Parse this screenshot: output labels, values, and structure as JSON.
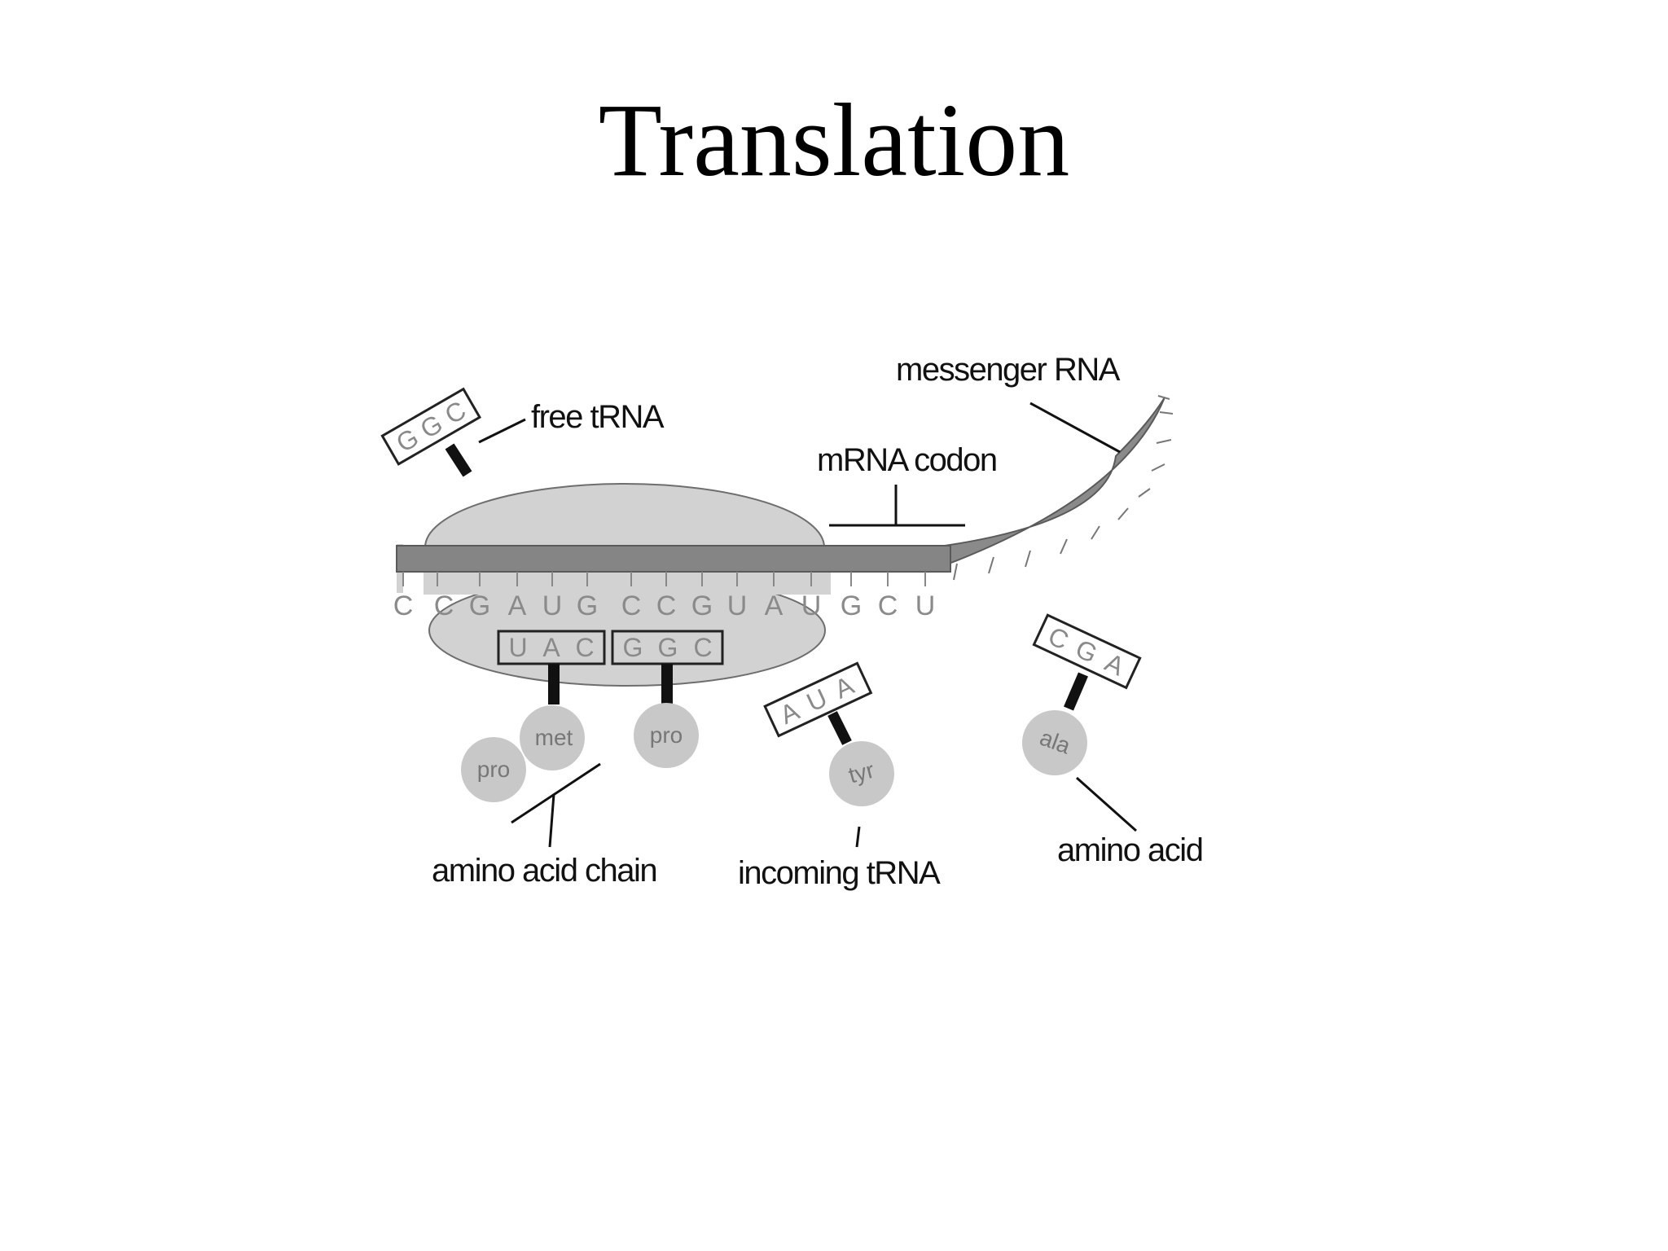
{
  "title": "Translation",
  "labels": {
    "free_trna": "free tRNA",
    "messenger_rna": "messenger RNA",
    "mrna_codon": "mRNA codon",
    "amino_acid_chain": "amino acid chain",
    "incoming_trna": "incoming tRNA",
    "amino_acid": "amino acid"
  },
  "mrna_bases": [
    "C",
    "C",
    "G",
    "A",
    "U",
    "G",
    "C",
    "C",
    "G",
    "U",
    "A",
    "U",
    "G",
    "C",
    "U"
  ],
  "ribosome_trnas": [
    {
      "anticodon": [
        "U",
        "A",
        "C"
      ],
      "amino_acid": "met"
    },
    {
      "anticodon": [
        "G",
        "G",
        "C"
      ],
      "amino_acid": "pro"
    }
  ],
  "chain_extra_amino_acid": "pro",
  "free_trna": {
    "anticodon": [
      "G",
      "G",
      "C"
    ]
  },
  "incoming_trna": {
    "anticodon": [
      "A",
      "U",
      "A"
    ],
    "amino_acid": "tyr"
  },
  "free_amino_acid_trna": {
    "anticodon": [
      "C",
      "G",
      "A"
    ],
    "amino_acid": "ala"
  },
  "colors": {
    "mrna_strand": "#808080",
    "ribosome": "#cfcfcf",
    "amino_acid_ball": "#c8c8c8",
    "base_text": "#8a8a8a"
  }
}
